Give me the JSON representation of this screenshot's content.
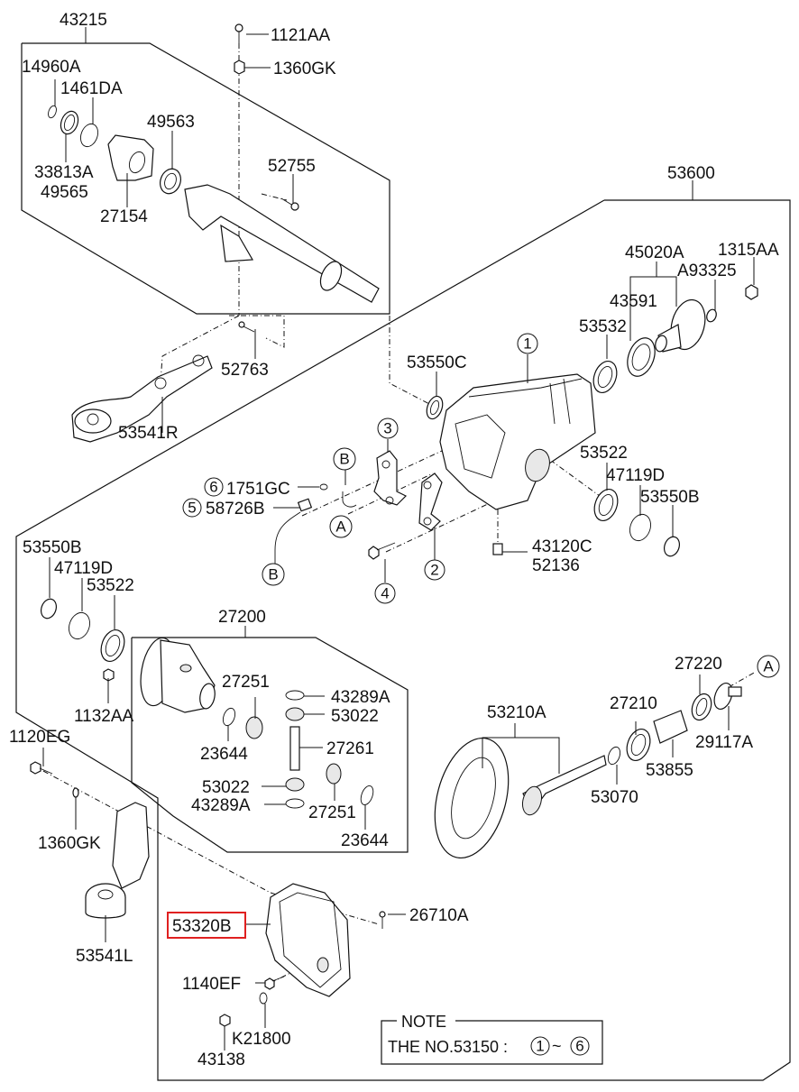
{
  "diagram": {
    "title": "Rear Differential Carrier Exploded View",
    "highlight_color": "#e02020",
    "groups": {
      "g43215": "43215",
      "g53600": "53600",
      "g27200": "27200"
    },
    "labels": {
      "p1121AA": "1121AA",
      "p1360GK_top": "1360GK",
      "p14960A": "14960A",
      "p1461DA": "1461DA",
      "p49563": "49563",
      "p33813A": "33813A",
      "p49565": "49565",
      "p27154": "27154",
      "p52755": "52755",
      "p52763": "52763",
      "p53541R": "53541R",
      "p45020A": "45020A",
      "p1315AA": "1315AA",
      "pA93325": "A93325",
      "p43591": "43591",
      "p53532": "53532",
      "p53550C": "53550C",
      "p53522_r": "53522",
      "p47119D_r": "47119D",
      "p53550B_r": "53550B",
      "p1751GC": "1751GC",
      "p58726B": "58726B",
      "p43120C": "43120C",
      "p52136": "52136",
      "p53550B_l": "53550B",
      "p47119D_l": "47119D",
      "p53522_l": "53522",
      "p1132AA": "1132AA",
      "p27251_a": "27251",
      "p43289A_a": "43289A",
      "p53022_a": "53022",
      "p23644_a": "23644",
      "p27261": "27261",
      "p53022_b": "53022",
      "p43289A_b": "43289A",
      "p27251_b": "27251",
      "p23644_b": "23644",
      "p27220": "27220",
      "p53210A": "53210A",
      "p27210": "27210",
      "p29117A": "29117A",
      "p53070": "53070",
      "p53855": "53855",
      "p1120EG": "1120EG",
      "p1360GK_bot": "1360GK",
      "p53541L": "53541L",
      "p53320B": "53320B",
      "p26710A": "26710A",
      "p1140EF": "1140EF",
      "p K21800": "K21800",
      "pK21800": "K21800",
      "p43138": "43138"
    },
    "refs": {
      "r1": "1",
      "r2": "2",
      "r3": "3",
      "r4": "4",
      "r5": "5",
      "r6": "6",
      "rA_mid": "A",
      "rA_right": "A",
      "rB_top": "B",
      "rB_bot": "B"
    },
    "note": {
      "title": "NOTE",
      "text": "THE NO.53150 :",
      "range_start": "1",
      "range_sep": "~",
      "range_end": "6"
    },
    "selected_part": "53320B"
  }
}
